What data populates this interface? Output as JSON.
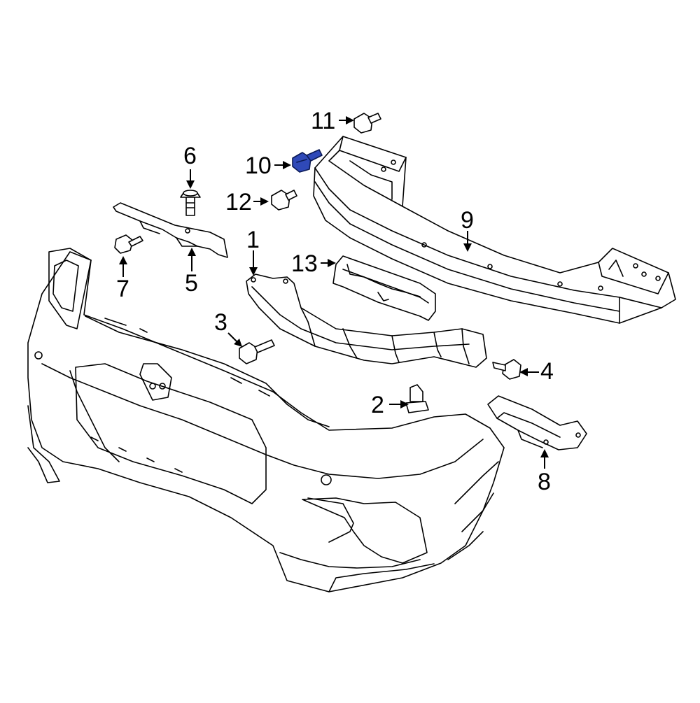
{
  "callouts": [
    {
      "id": "1",
      "label": "1"
    },
    {
      "id": "2",
      "label": "2"
    },
    {
      "id": "3",
      "label": "3"
    },
    {
      "id": "4",
      "label": "4"
    },
    {
      "id": "5",
      "label": "5"
    },
    {
      "id": "6",
      "label": "6"
    },
    {
      "id": "7",
      "label": "7"
    },
    {
      "id": "8",
      "label": "8"
    },
    {
      "id": "9",
      "label": "9"
    },
    {
      "id": "10",
      "label": "10"
    },
    {
      "id": "11",
      "label": "11"
    },
    {
      "id": "12",
      "label": "12"
    },
    {
      "id": "13",
      "label": "13"
    }
  ],
  "highlight": {
    "part": "10",
    "color": "#2f49b8"
  }
}
